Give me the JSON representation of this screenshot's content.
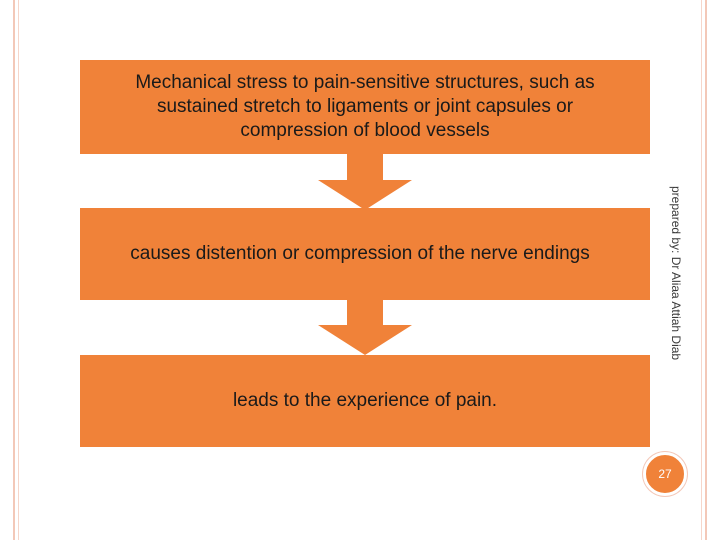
{
  "diagram": {
    "steps": [
      {
        "text": "Mechanical stress to pain-sensitive structures, such as sustained stretch to ligaments or joint capsules or compression of blood vessels"
      },
      {
        "text": "causes distention or compression of the nerve endings"
      },
      {
        "text": "leads to the experience of pain."
      }
    ]
  },
  "side_note": "prepared by: Dr Aliaa Attiah Diab",
  "page_number": "27",
  "colors": {
    "box_fill": "#f08239",
    "frame_line": "#f3c8b8",
    "arrow_fill": "#f08239"
  }
}
